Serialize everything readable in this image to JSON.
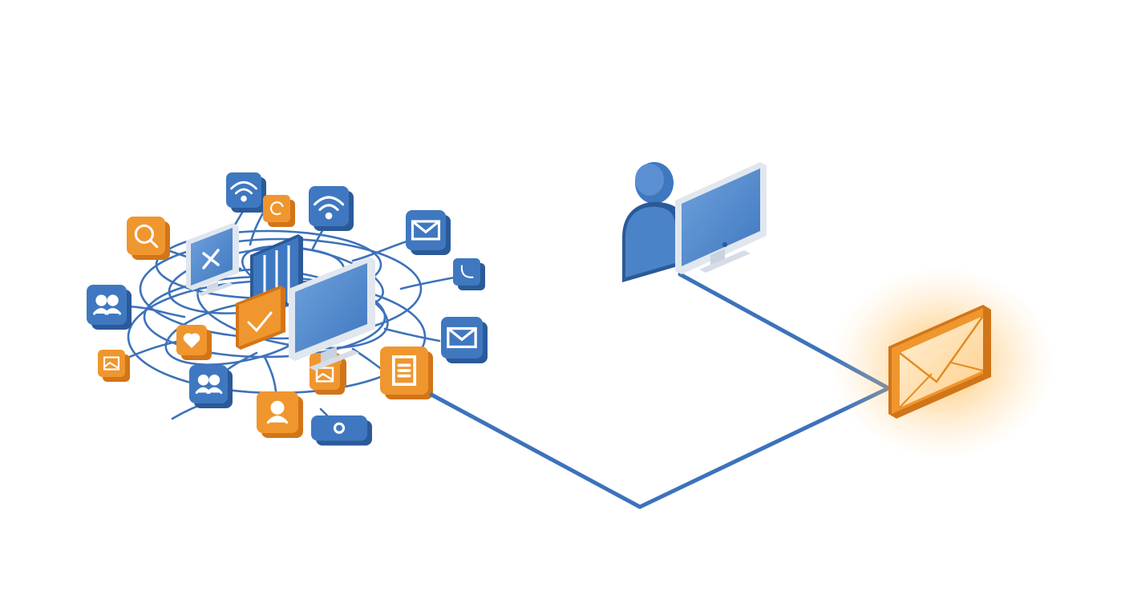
{
  "colors": {
    "background": "#ffffff",
    "blue": "#3f78c0",
    "blue_dark": "#2b5a99",
    "blue_light": "#6fa1dc",
    "orange": "#f0962e",
    "orange_dark": "#d27518",
    "orange_light": "#ffd6a0",
    "screen_frame": "#e4e9f0",
    "wire": "#3d72bb",
    "glow": "#ffb347"
  },
  "cluster_tiles": [
    {
      "name": "wifi-tile-left",
      "icon": "wifi-icon",
      "color": "blue"
    },
    {
      "name": "refresh-tile",
      "icon": "refresh-icon",
      "color": "orange"
    },
    {
      "name": "wifi-tile-right",
      "icon": "wifi-icon",
      "color": "blue"
    },
    {
      "name": "search-tile",
      "icon": "search-icon",
      "color": "orange"
    },
    {
      "name": "mail-tile-top",
      "icon": "envelope-icon",
      "color": "blue"
    },
    {
      "name": "phone-tile",
      "icon": "phone-icon",
      "color": "blue"
    },
    {
      "name": "users-tile-left",
      "icon": "users-icon",
      "color": "blue"
    },
    {
      "name": "heart-tile",
      "icon": "heart-icon",
      "color": "orange"
    },
    {
      "name": "mail-tile-right",
      "icon": "envelope-icon",
      "color": "blue"
    },
    {
      "name": "image-tile-small",
      "icon": "image-icon",
      "color": "orange"
    },
    {
      "name": "users-tile-bottom",
      "icon": "users-icon",
      "color": "blue"
    },
    {
      "name": "chart-tile",
      "icon": "chart-icon",
      "color": "orange"
    },
    {
      "name": "document-tile",
      "icon": "document-icon",
      "color": "orange"
    },
    {
      "name": "photo-tile",
      "icon": "image-icon",
      "color": "orange"
    },
    {
      "name": "user-tile",
      "icon": "user-icon",
      "color": "orange"
    },
    {
      "name": "chat-tile",
      "icon": "chat-icon",
      "color": "blue"
    }
  ],
  "cluster_devices": [
    {
      "name": "monitor-x",
      "icon": "close-icon"
    },
    {
      "name": "monitor-main",
      "icon": "monitor-icon"
    },
    {
      "name": "server-rack",
      "icon": "server-icon"
    }
  ],
  "right_group": {
    "person": "person-icon",
    "monitor": "monitor-icon",
    "mail": "envelope-icon"
  }
}
